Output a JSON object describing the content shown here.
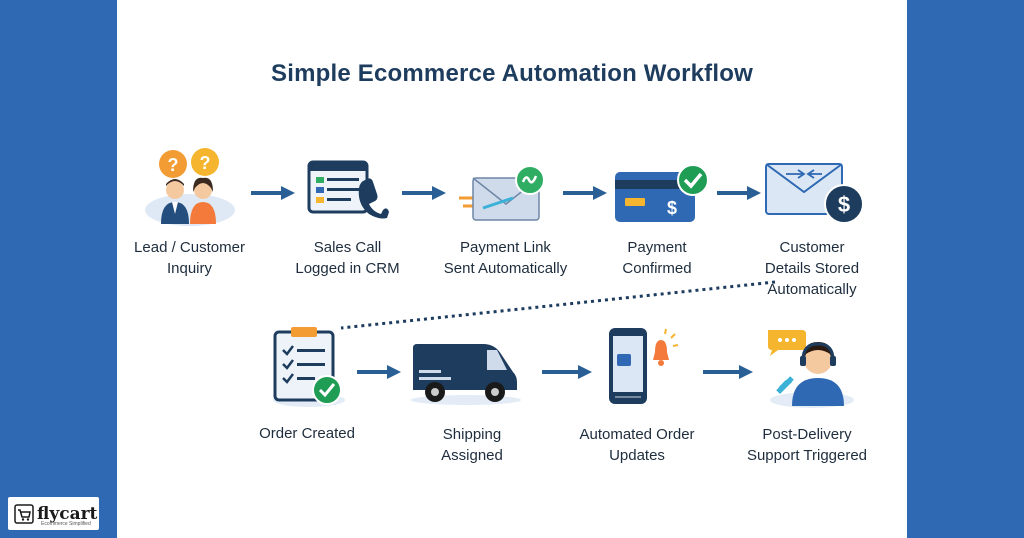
{
  "title": "Simple Ecommerce Automation Workflow",
  "colors": {
    "frame": "#2f69b3",
    "arrow": "#2a5f96",
    "navy": "#1d3c5e",
    "check_green": "#1f9d55",
    "orange": "#f39c33"
  },
  "steps": [
    {
      "label": "Lead / Customer\nInquiry",
      "icon": "customers-question-icon"
    },
    {
      "label": "Sales Call\nLogged in CRM",
      "icon": "crm-phone-icon"
    },
    {
      "label": "Payment Link\nSent Automatically",
      "icon": "payment-link-envelope-icon"
    },
    {
      "label": "Payment\nConfirmed",
      "icon": "credit-card-check-icon"
    },
    {
      "label": "Customer\nDetails Stored\nAutomatically",
      "icon": "envelope-dollar-icon"
    },
    {
      "label": "Order Created",
      "icon": "clipboard-checklist-icon"
    },
    {
      "label": "Shipping\nAssigned",
      "icon": "delivery-van-icon"
    },
    {
      "label": "Automated Order\nUpdates",
      "icon": "phone-notification-bell-icon"
    },
    {
      "label": "Post-Delivery\nSupport Triggered",
      "icon": "support-agent-headset-icon"
    }
  ],
  "logo": {
    "name": "flycart",
    "tag": "Ecommerce Simplified"
  }
}
